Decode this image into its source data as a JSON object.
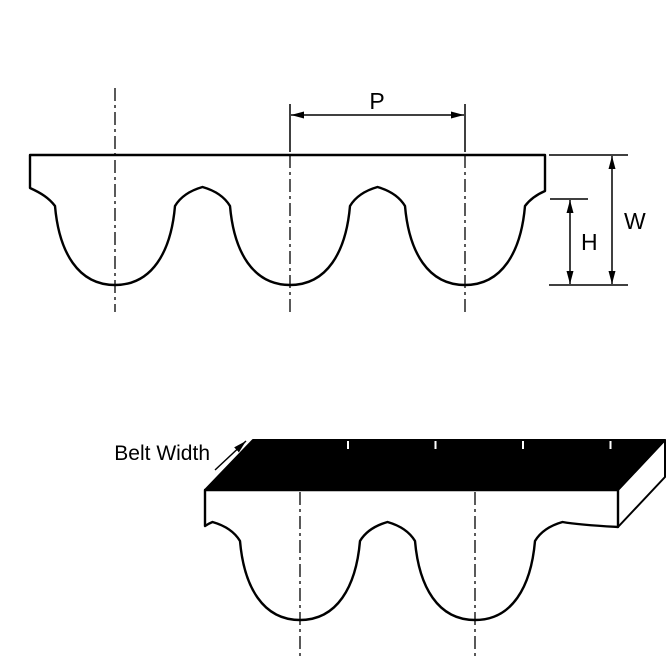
{
  "diagram": {
    "labels": {
      "pitch": "P",
      "overall_height": "W",
      "tooth_height": "H",
      "belt_width": "Belt Width"
    },
    "colors": {
      "line": "#000000",
      "belt_fill": "#ffffff",
      "top_face": "#000000",
      "background": "#ffffff"
    }
  }
}
